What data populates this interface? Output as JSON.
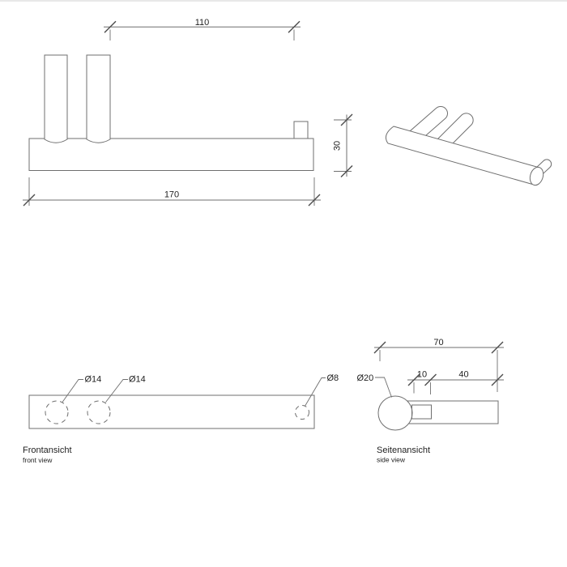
{
  "colors": {
    "line": "#6f6f6f",
    "tick": "#4d4d4d",
    "text": "#1f1f1f",
    "page_border": "#e0e0e0"
  },
  "views": {
    "dimensioned_front_view": {
      "dim_top_width": "110",
      "dim_overall_length": "170",
      "dim_height": "30"
    },
    "front_view": {
      "label": "Frontansicht",
      "sublabel": "front view",
      "hole_left": "Ø14",
      "hole_middle": "Ø14",
      "hole_right": "Ø8"
    },
    "side_view": {
      "label": "Seitenansicht",
      "sublabel": "side view",
      "bar_diameter": "Ø20",
      "dim_depth": "70",
      "dim_plate_offset": "10",
      "dim_peg_length": "40"
    }
  }
}
